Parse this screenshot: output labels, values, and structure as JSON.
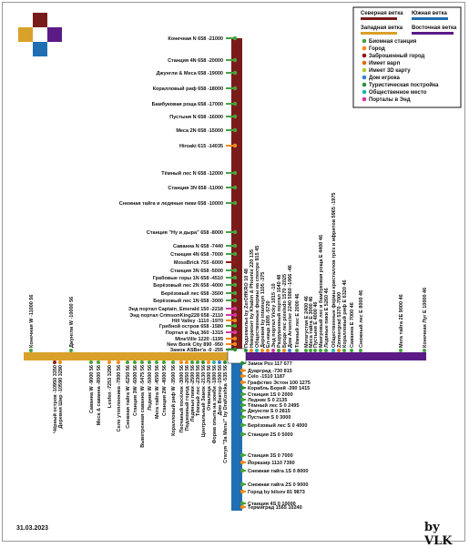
{
  "colors": {
    "north": "#7a1b1b",
    "south": "#1f6fb2",
    "west": "#d9a12a",
    "east": "#5b1a86",
    "biome": "#47a23f",
    "city": "#ef8a1c",
    "abandoned": "#8b1a1a",
    "warp": "#e06a12",
    "map3d": "#b9c237",
    "home": "#3a7bd5",
    "tourist": "#2c8f3a",
    "public": "#1fb5b0",
    "end": "#d23aa0"
  },
  "legend": {
    "lines": {
      "north": "Северная ветка",
      "south": "Южная ветка",
      "west": "Западная ветка",
      "east": "Восточная ветка"
    },
    "items": [
      {
        "label": "Биомная станция",
        "color": "biome"
      },
      {
        "label": "Город",
        "color": "city"
      },
      {
        "label": "Заброшенный город",
        "color": "abandoned"
      },
      {
        "label": "Имеет варп",
        "color": "warp"
      },
      {
        "label": "Имеет 3D карту",
        "color": "map3d"
      },
      {
        "label": "Дом игрока",
        "color": "home"
      },
      {
        "label": "Туристическая постройка",
        "color": "tourist"
      },
      {
        "label": "Общественное место",
        "color": "public"
      },
      {
        "label": "Порталы в Энд",
        "color": "end"
      }
    ]
  },
  "north_stations": [
    {
      "label": "Конечная N 658 -21000",
      "color": "biome"
    },
    {
      "label": "Станция 4N 658 -20000",
      "color": "biome"
    },
    {
      "label": "Джунгли & Меса 658 -19000",
      "color": "biome"
    },
    {
      "label": "Коралловый риф 658 -18000",
      "color": "biome"
    },
    {
      "label": "Бамбуковая роща 658 -17000",
      "color": "biome"
    },
    {
      "label": "Пустыня N 658 -16000",
      "color": "biome"
    },
    {
      "label": "Меса 2N 658 -15000",
      "color": "biome"
    },
    {
      "label": "Hiroaki 615 -14035",
      "color": "city"
    },
    {
      "label": "Тёмный лес N 658 -12000",
      "color": "biome"
    },
    {
      "label": "Станция 3N 658 -11000",
      "color": "biome"
    },
    {
      "label": "Снежная тайга и ледяные пики 658 -10000",
      "color": "biome"
    },
    {
      "label": "Станция \"Ну и дыра\" 658 -8000",
      "color": "biome"
    },
    {
      "label": "Саванна N 658 -7440",
      "color": "biome"
    },
    {
      "label": "Станция 4N 658 -7000",
      "color": "biome"
    },
    {
      "label": "MossBrick 755 -6000",
      "color": "abandoned"
    },
    {
      "label": "Станция 3N 658 -5000",
      "color": "biome"
    },
    {
      "label": "Грабовые горы 1N 658 -4510",
      "color": "biome"
    },
    {
      "label": "Берёзовый лес 2N 658 -4000",
      "color": "biome"
    },
    {
      "label": "Берёзовый лес 658 -3500",
      "color": "biome"
    },
    {
      "label": "Берёзовый лес 1N 658 -3000",
      "color": "biome"
    },
    {
      "label": "Энд портал Captain_Emerald 150 -2218",
      "color": "end"
    },
    {
      "label": "Энд портал CrimsonKing228 658 -2110",
      "color": "end"
    },
    {
      "label": "Hill Valley -1110 -1970",
      "color": "city"
    },
    {
      "label": "Грибной остров 658 -1580",
      "color": "biome"
    },
    {
      "label": "Портал в Энд 360 -1315",
      "color": "end"
    },
    {
      "label": "MineVille 1220 -1195",
      "color": "city"
    },
    {
      "label": "New Bonk City 890 -950",
      "color": "city"
    },
    {
      "label": "Замок ASBer'a -0 -255",
      "color": "tourist"
    }
  ],
  "east_stations": [
    {
      "label": "Подземелье by ZerOffKRO 10 48",
      "color": "tourist"
    },
    {
      "label": "Невермонт by Khabin & Phoenix 220 135",
      "color": "city"
    },
    {
      "label": "Общественные фермы на спектре 915 45",
      "color": "public"
    },
    {
      "label": "Деревня by intamuyn 1105 -375",
      "color": "city"
    },
    {
      "label": "Ел-ница 1805 -5720",
      "color": "city"
    },
    {
      "label": "Энд портал Vicky 1815 -10",
      "color": "end"
    },
    {
      "label": "Разрушенный портал 1640 48",
      "color": "biome"
    },
    {
      "label": "Бродк лес pixelsdo 1570 -2025",
      "color": "city"
    },
    {
      "label": "Дом Arsencier 2240 5060 -1066 -46",
      "color": "home"
    },
    {
      "label": "Тёмный лес E 2000 46",
      "color": "biome"
    },
    {
      "label": "Мегагустая E 2400 46",
      "color": "biome"
    },
    {
      "label": "Меса тайга E 3000 46",
      "color": "biome"
    },
    {
      "label": "Пустыня E 4000 46",
      "color": "biome"
    },
    {
      "label": "Мангровый лес и бамбуковая роща E 4400 46",
      "color": "biome"
    },
    {
      "label": "Ледяные пики E 5260 46",
      "color": "biome"
    },
    {
      "label": "Общественные фермы кристаллов трёх и ифритов 5965 -1975",
      "color": "public"
    },
    {
      "label": "Zimmergrad 5370 -7000",
      "color": "city"
    },
    {
      "label": "Коралловый риф E 6320 46",
      "color": "biome"
    },
    {
      "label": "Саванна E 7000 46",
      "color": "biome"
    },
    {
      "label": "Снежный лес E 8000 46",
      "color": "biome"
    },
    {
      "label": "Мега тайга 2E 9000 46",
      "color": "biome"
    },
    {
      "label": "Конечная Луг E 10000 46",
      "color": "biome"
    }
  ],
  "west_top_stations": [
    {
      "label": "Конечная W -11000 56",
      "color": "biome"
    },
    {
      "label": "Джунгли W -10000 56",
      "color": "biome"
    }
  ],
  "west_bottom_stations": [
    {
      "label": "Чёрный остров -10950 3350",
      "color": "abandoned"
    },
    {
      "label": "Деревня Шир -10590 3290",
      "color": "city"
    },
    {
      "label": "Саванна W -9000 56",
      "color": "biome"
    },
    {
      "label": "Меса & саванна -8000 56",
      "color": "biome"
    },
    {
      "label": "Lesfen -7253 3290",
      "color": "city"
    },
    {
      "label": "Село утопленника -7800 56",
      "color": "city"
    },
    {
      "label": "Снежная тайга W -6250 56",
      "color": "biome"
    },
    {
      "label": "Станция 3W -6000 56",
      "color": "biome"
    },
    {
      "label": "Выветренная саванна W -5475 56",
      "color": "biome"
    },
    {
      "label": "Ледник W -5000 56",
      "color": "biome"
    },
    {
      "label": "Мега тайга W -4550 56",
      "color": "biome"
    },
    {
      "label": "Станция 2W -4000 56",
      "color": "biome"
    },
    {
      "label": "Коралловый риф W -3500 56",
      "color": "biome"
    },
    {
      "label": "Песчаный посёлок -3000 56",
      "color": "city"
    },
    {
      "label": "Подземный город -2650 56",
      "color": "city"
    },
    {
      "label": "Ледяные пики -2500 56",
      "color": "biome"
    },
    {
      "label": "Тёмный лес -2300 56",
      "color": "biome"
    },
    {
      "label": "Центральный Замок -2130 56",
      "color": "tourist"
    },
    {
      "label": "Отвалица -2000 56",
      "color": "city"
    },
    {
      "label": "Форма опыта на зомби -1800 56",
      "color": "public"
    },
    {
      "label": "Дом Вектор -1500 56",
      "color": "home"
    },
    {
      "label": "Статуя \"За Мать!\" by DraKoshka -535 56",
      "color": "tourist"
    }
  ],
  "south_stations": [
    {
      "label": "Замок Роз 117 677",
      "color": "tourist"
    },
    {
      "label": "Дуарград -730 815",
      "color": "city"
    },
    {
      "label": "Celo -1510 1187",
      "color": "city"
    },
    {
      "label": "Графство Эстон 100 1275",
      "color": "city"
    },
    {
      "label": "Корабль Борей -390 1415",
      "color": "tourist"
    },
    {
      "label": "Станция 1S 0 2000",
      "color": "biome"
    },
    {
      "label": "Ледник S 0 2135",
      "color": "biome"
    },
    {
      "label": "Тёмный лес S 0 2495",
      "color": "biome"
    },
    {
      "label": "Джунгли S 0 2815",
      "color": "biome"
    },
    {
      "label": "Пустыня S 0 3000",
      "color": "biome"
    },
    {
      "label": "Берёзовый лес S 0 4000",
      "color": "biome"
    },
    {
      "label": "Станция 2S 0 5000",
      "color": "biome"
    },
    {
      "label": "Станция 3S 0 7000",
      "color": "biome"
    },
    {
      "label": "Йоркшир 1110 7390",
      "color": "city"
    },
    {
      "label": "Снежная тайга 1S 0 8000",
      "color": "biome"
    },
    {
      "label": "Снежная тайга 2S 0 9000",
      "color": "biome"
    },
    {
      "label": "Город by kilsov 81 9873",
      "color": "city"
    },
    {
      "label": "Станция 4S 0 10000",
      "color": "biome"
    },
    {
      "label": "Термиград 1565 10240",
      "color": "city"
    }
  ],
  "footer": {
    "date": "31.03.2023",
    "author": "by VLK"
  }
}
